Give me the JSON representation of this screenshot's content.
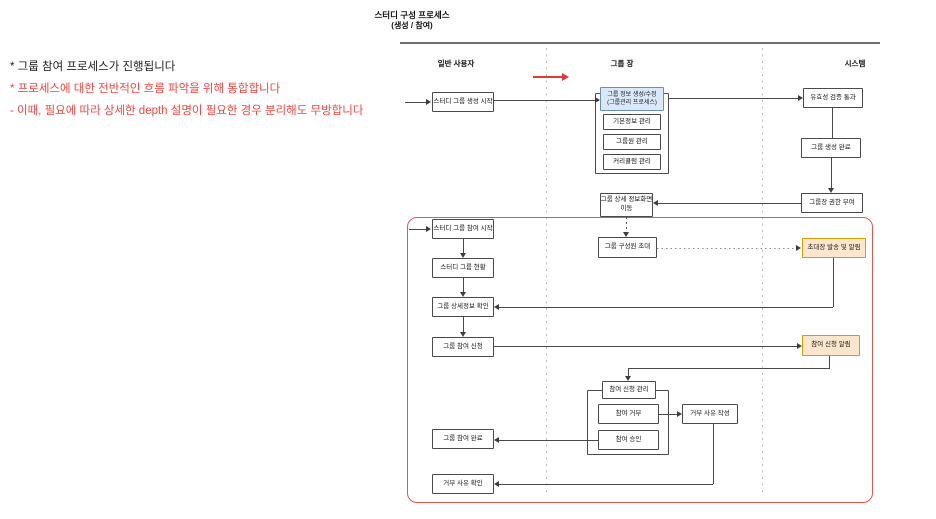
{
  "title": {
    "line1": "스터디 구성 프로세스",
    "line2": "(생성 / 참여)"
  },
  "notes": [
    {
      "text": "* 그룹 참여 프로세스가 진행됩니다",
      "color": "#1d1d1d"
    },
    {
      "text": "* 프로세스에 대한 전반적인 흐름 파악을 위해 통합합니다",
      "color": "#f4453f"
    },
    {
      "text": "- 이때, 필요에 따라 상세한 depth 설명이 필요한 경우 분리해도 무방합니다",
      "color": "#f4453f"
    }
  ],
  "lanes": {
    "user": "일반 사용자",
    "leader": "그룹 장",
    "system": "시스템"
  },
  "nodes": {
    "start_create": "스터디 그룹 생성 시작",
    "group_info": {
      "line1": "그룹 정보 생성/수정",
      "line2": "(그룹관리 프로세스)"
    },
    "basic_info": "기본정보 관리",
    "members": "그룹원 관리",
    "curriculum": "커리큘럼 관리",
    "validation": "유효성 검증 통과",
    "create_done": "그룹 생성 완료",
    "grant_leader": "그룹장 권한 부여",
    "detail_move": {
      "line1": "그룹 상세 정보화면",
      "line2": "이동"
    },
    "invite_members": "그룹 구성원 초대",
    "invite_notify": "초대장 발송 및 알림",
    "start_join": "스터디 그룹 참여 시작",
    "group_status": "스터디 그룹 현황",
    "detail_check": "그룹 상세정보 확인",
    "join_apply": "그룹 참여 신청",
    "apply_notify": "참여 신청 알림",
    "apply_manage": "참여 신청 관리",
    "reject": "참여 거부",
    "approve": "참여 승인",
    "reject_reason_write": "거부 사유 작성",
    "join_done": "그룹 참여 완료",
    "reject_reason_check": "거부 사유 확인"
  },
  "colors": {
    "note_red": "#f4453f",
    "frame_red": "#e2564f",
    "flow_arrow_red": "#e53935",
    "process_fill": "#dae8fc",
    "process_border": "#6c8ebf",
    "notify_fill": "#ffe6cc",
    "notify_border": "#d79b00"
  }
}
